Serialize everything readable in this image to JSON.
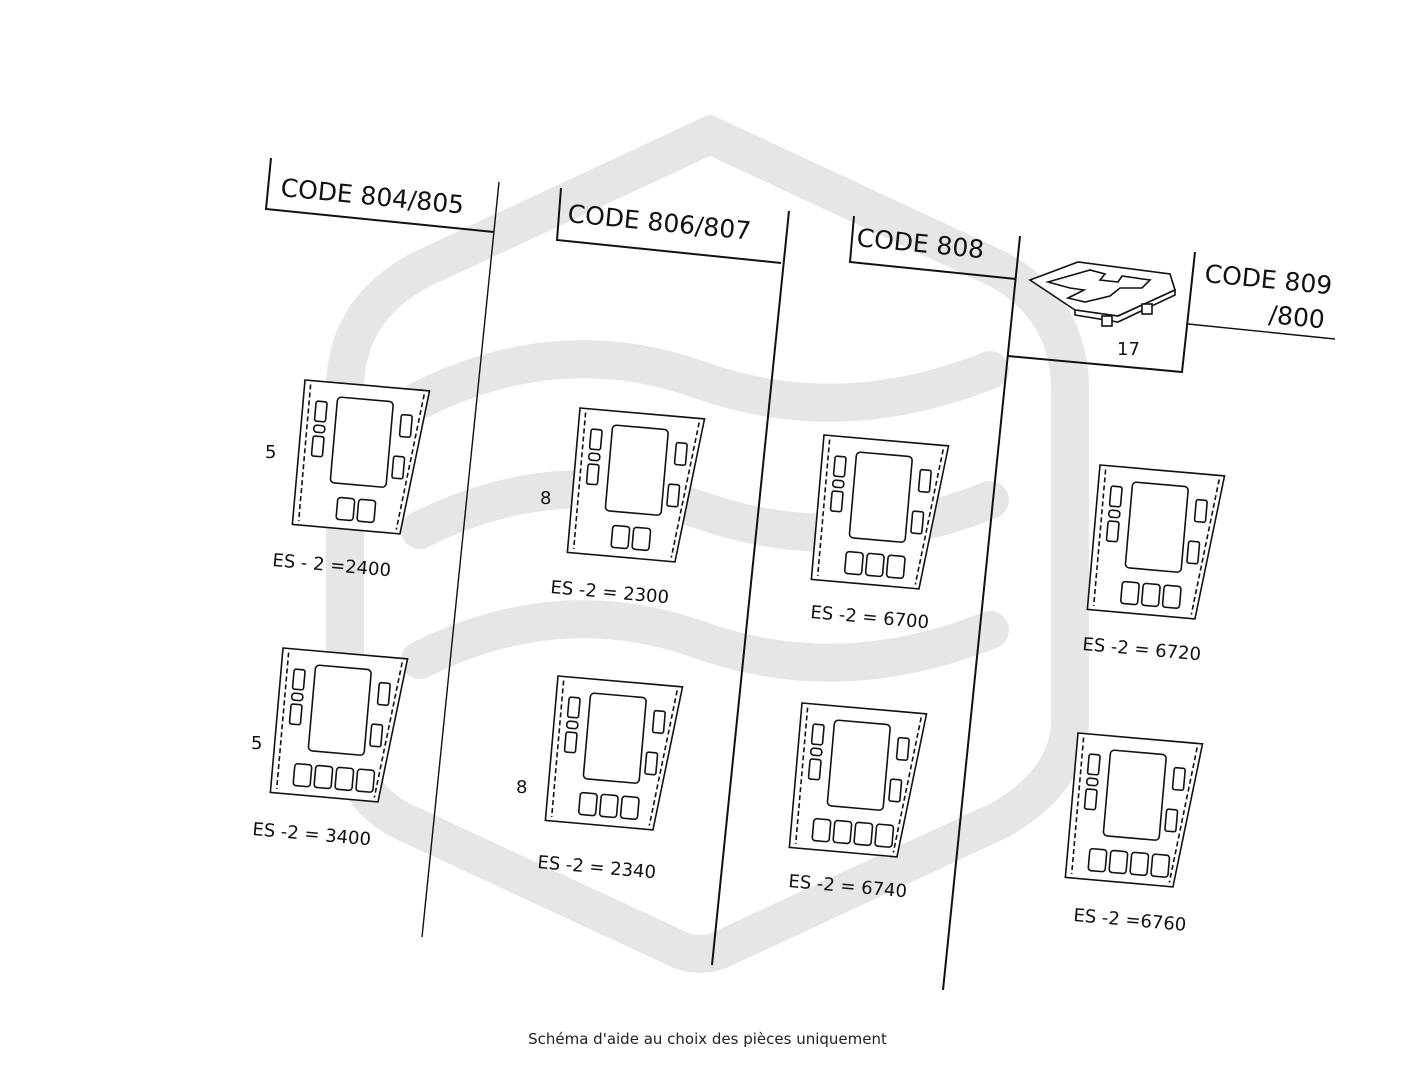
{
  "columns": [
    {
      "code_label": "CODE 804/805"
    },
    {
      "code_label": "CODE 806/807"
    },
    {
      "code_label": "CODE 808"
    },
    {
      "code_label_line1": "CODE 809",
      "code_label_line2": "/800",
      "part_number": "17"
    }
  ],
  "panels": [
    {
      "col": 0,
      "row": 0,
      "ref": "5",
      "label": "ES - 2 =2400",
      "bottom_buttons": 2
    },
    {
      "col": 0,
      "row": 1,
      "ref": "5",
      "label": "ES -2 = 3400",
      "bottom_buttons": 4
    },
    {
      "col": 1,
      "row": 0,
      "ref": "8",
      "label": "ES -2 =  2300",
      "bottom_buttons": 2
    },
    {
      "col": 1,
      "row": 1,
      "ref": "8",
      "label": "ES -2 = 2340",
      "bottom_buttons": 3
    },
    {
      "col": 2,
      "row": 0,
      "ref": "",
      "label": "ES -2 = 6700",
      "bottom_buttons": 3
    },
    {
      "col": 2,
      "row": 1,
      "ref": "",
      "label": "ES -2 = 6740",
      "bottom_buttons": 4
    },
    {
      "col": 3,
      "row": 0,
      "ref": "",
      "label": "ES -2 = 6720",
      "bottom_buttons": 3
    },
    {
      "col": 3,
      "row": 1,
      "ref": "",
      "label": "ES -2 =6760",
      "bottom_buttons": 4
    }
  ],
  "caption": "Schéma d'aide au choix des pièces uniquement",
  "colors": {
    "line": "#111111",
    "watermark": "#e6e6e6"
  }
}
